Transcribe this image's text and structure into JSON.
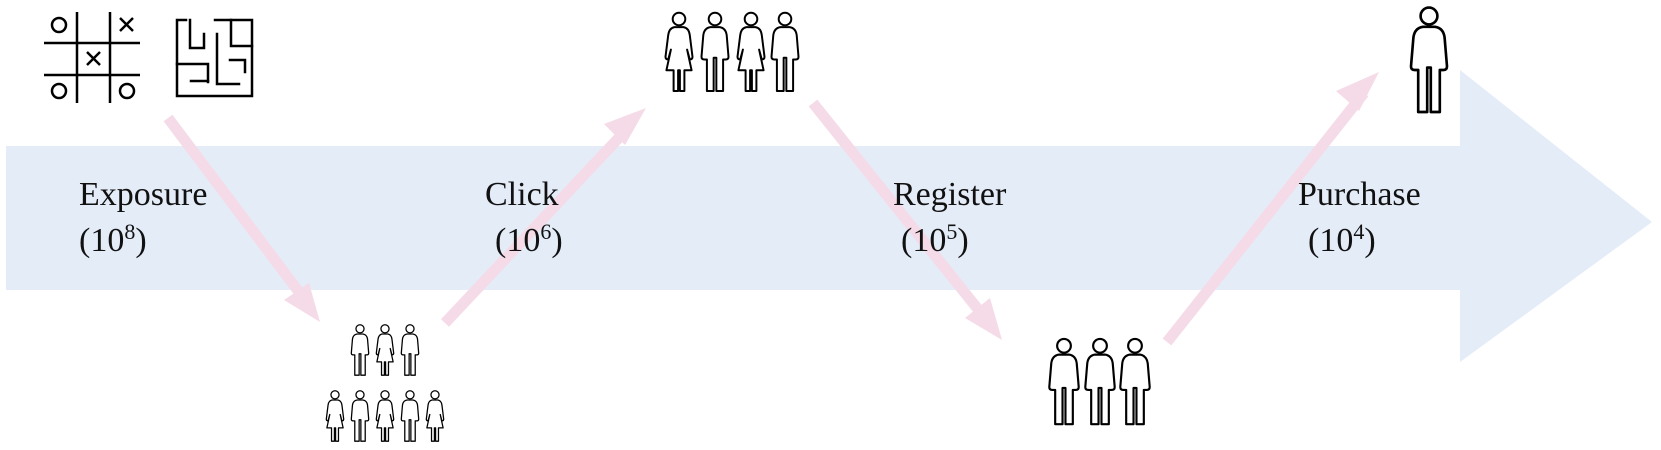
{
  "colors": {
    "arrow_band": "#e4ecf8",
    "flow_arrow": "#f5dbe7",
    "icon_stroke": "#000000",
    "text": "#111111"
  },
  "stages": [
    {
      "name": "Exposure",
      "count_base": "10",
      "count_exp": "8",
      "icon": "tic-tac-toe-and-maze-icon"
    },
    {
      "name": "Click",
      "count_base": "10",
      "count_exp": "6",
      "icon": "crowd-of-people-icon"
    },
    {
      "name": "Register",
      "count_base": "10",
      "count_exp": "5",
      "icon": "group-of-four-people-icon"
    },
    {
      "name": "Purchase",
      "count_base": "10",
      "count_exp": "4",
      "icon": "group-of-three-people-icon"
    }
  ],
  "final_icon": "single-person-icon"
}
